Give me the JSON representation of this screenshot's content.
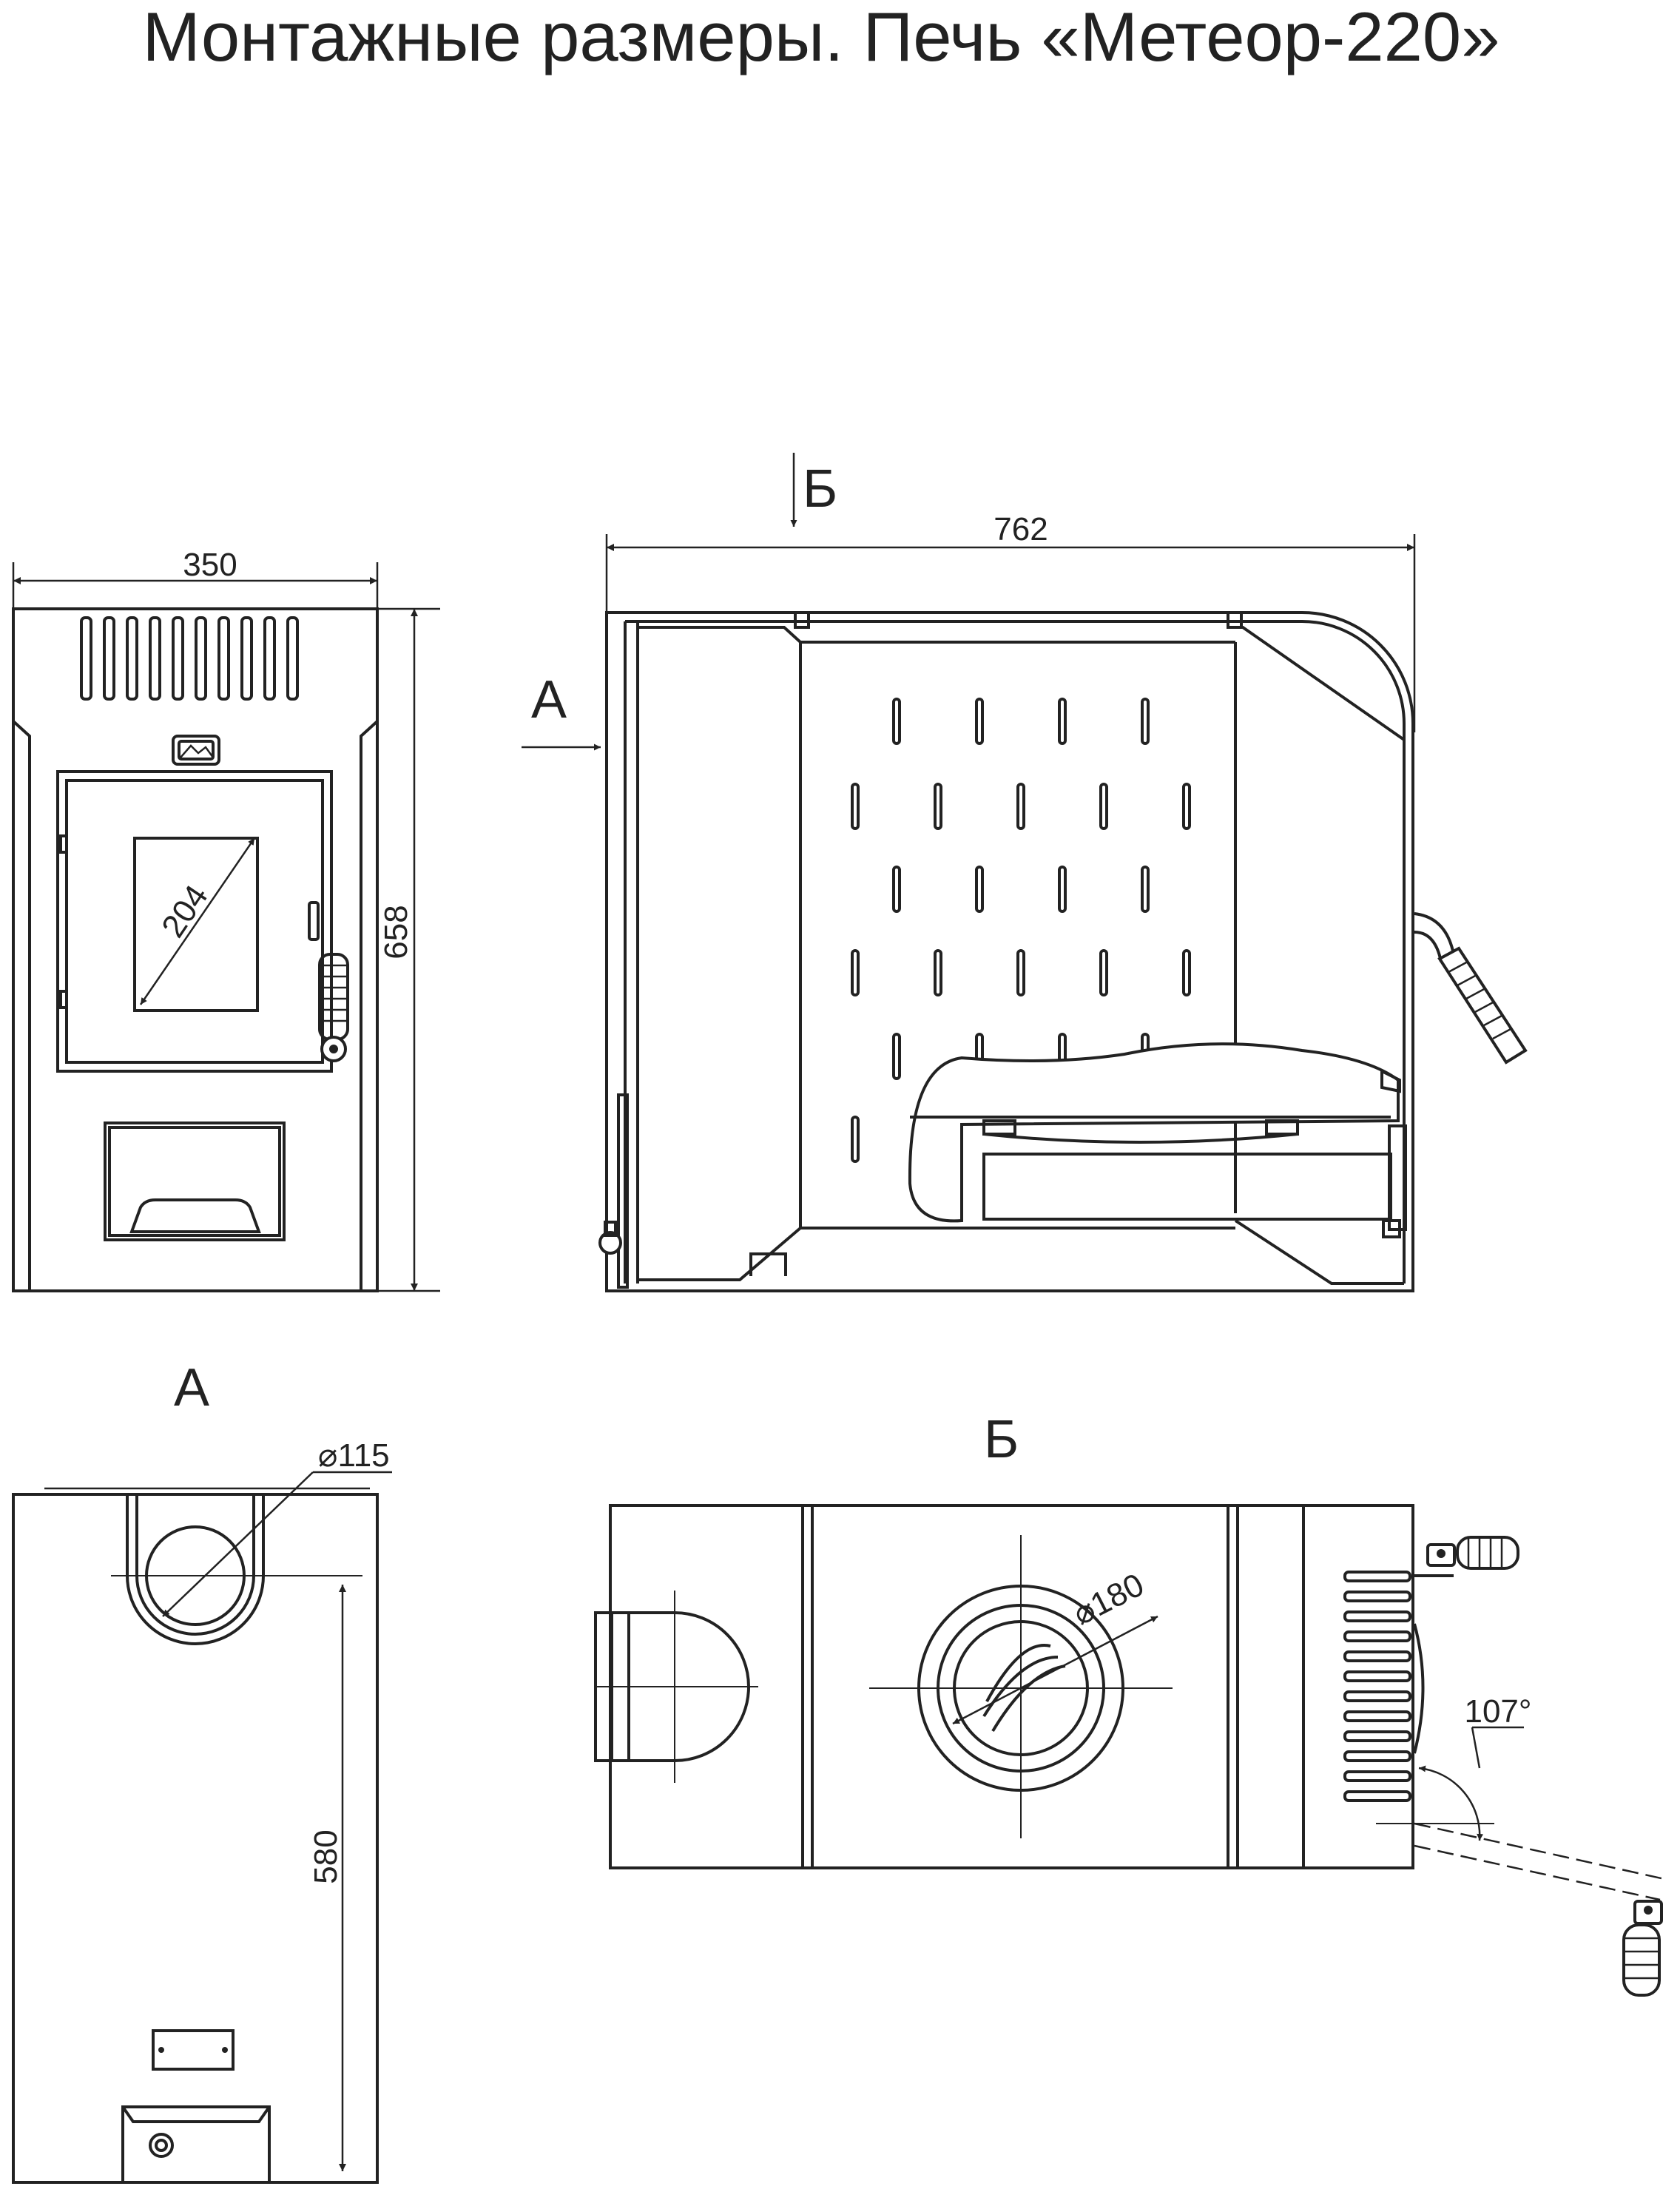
{
  "title": "Монтажные размеры. Печь «Метеор-220»",
  "views": {
    "front": {
      "width": "350",
      "height": "658",
      "glass_diag": "204"
    },
    "side": {
      "length": "762",
      "arrow_a": "А",
      "arrow_b": "Б"
    },
    "view_a": {
      "label": "А",
      "pipe_diameter": "⌀115",
      "pipe_height": "580"
    },
    "view_b": {
      "label": "Б",
      "pipe_diameter": "⌀180",
      "door_angle": "107°"
    }
  },
  "colors": {
    "line": "#222222",
    "background": "#ffffff"
  }
}
